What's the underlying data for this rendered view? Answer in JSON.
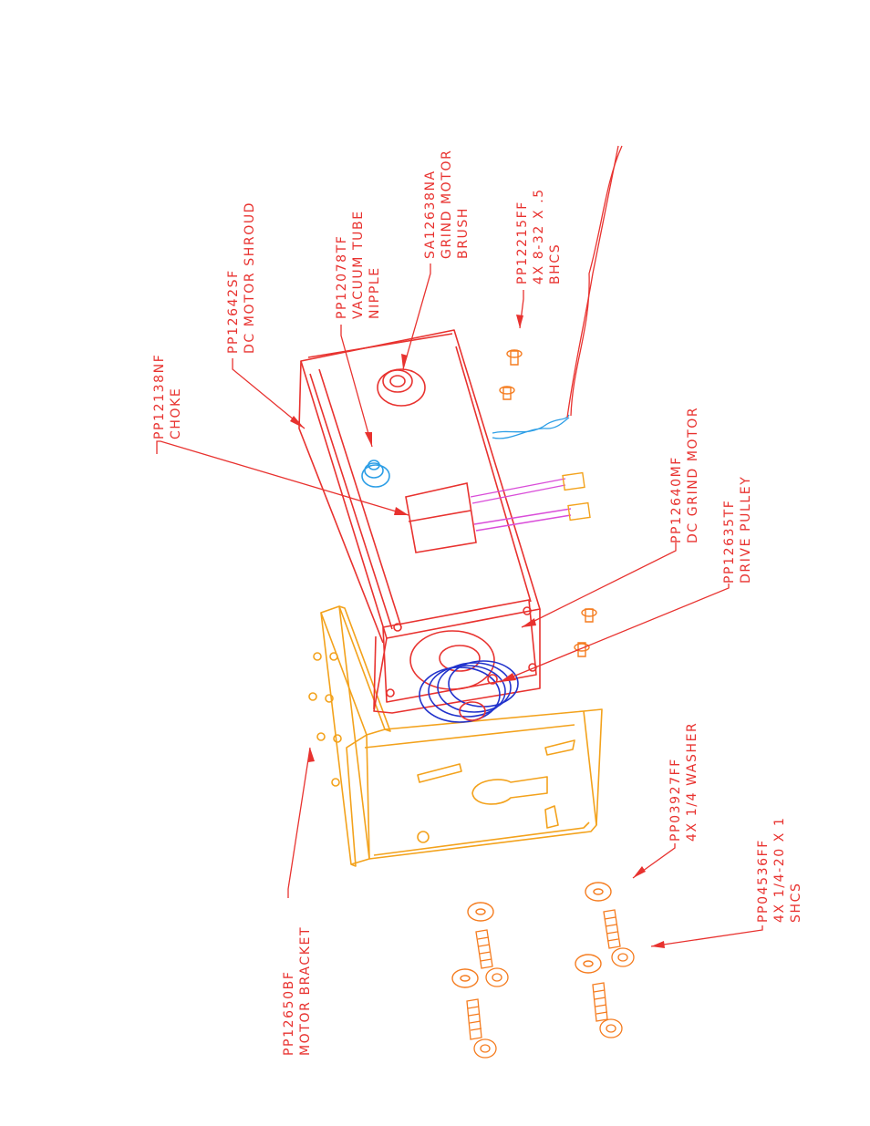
{
  "colors": {
    "label": "#e8322f",
    "shroud": "#e8322f",
    "bracket": "#f3a21c",
    "pulley": "#2233cc",
    "nipple": "#2c9ee6",
    "wire_pink": "#d94dd9",
    "connector": "#f3a21c",
    "fastener": "#f57c1f"
  },
  "labels": {
    "choke": {
      "part": "PP12138NF",
      "desc": "CHOKE"
    },
    "shroud": {
      "part": "PP12642SF",
      "desc": "DC MOTOR SHROUD"
    },
    "nipple": {
      "part": "PP12078TF",
      "desc1": "VACUUM TUBE",
      "desc2": "NIPPLE"
    },
    "brush": {
      "part": "SA12638NA",
      "desc1": "GRIND MOTOR",
      "desc2": "BRUSH"
    },
    "bhcs": {
      "part": "PP12215FF",
      "desc1": "4X 8-32 X .5",
      "desc2": "BHCS"
    },
    "motor": {
      "part": "PP12640MF",
      "desc": "DC GRIND MOTOR"
    },
    "pulley": {
      "part": "PP12635TF",
      "desc": "DRIVE PULLEY"
    },
    "washer": {
      "part": "PP03927FF",
      "desc": "4X 1/4 WASHER"
    },
    "shcs": {
      "part": "PP04536FF",
      "desc1": "4X 1/4-20 X 1",
      "desc2": "SHCS"
    },
    "bracket": {
      "part": "PP12650BF",
      "desc": "MOTOR BRACKET"
    }
  }
}
